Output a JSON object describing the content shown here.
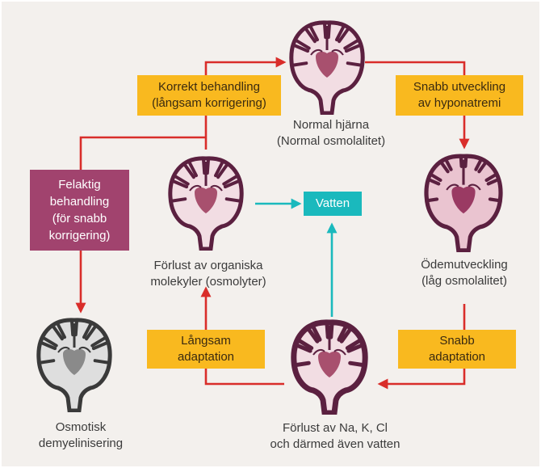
{
  "colors": {
    "background": "#f3f0ed",
    "arrow_red": "#d92d2a",
    "arrow_teal": "#1ab9bd",
    "box_yellow": "#f9b91f",
    "box_magenta": "#a1436e",
    "box_teal": "#1ab9bd",
    "brain_normal": "#f2dde3",
    "brain_swollen": "#eac4d0",
    "brain_demyelinated": "#dedede"
  },
  "nodes": {
    "normal": [
      "Normal hjärna",
      "(Normal osmolalitet)"
    ],
    "edema": [
      "Ödemutveckling",
      "(låg osmolalitet)"
    ],
    "loss_ions": [
      "Förlust av Na, K, Cl",
      "och därmed även vatten"
    ],
    "loss_organic": [
      "Förlust av organiska",
      "molekyler (osmolyter)"
    ],
    "demyelination": [
      "Osmotisk",
      "demyelinisering"
    ]
  },
  "boxes": {
    "correct_treatment": [
      "Korrekt behandling",
      "(långsam korrigering)"
    ],
    "rapid_hyponatremia": [
      "Snabb utveckling",
      "av hyponatremi"
    ],
    "rapid_adaptation": [
      "Snabb",
      "adaptation"
    ],
    "slow_adaptation": [
      "Långsam",
      "adaptation"
    ],
    "wrong_treatment": [
      "Felaktig",
      "behandling",
      "(för snabb",
      "korrigering)"
    ],
    "water": "Vatten"
  },
  "icons": [
    "brain-normal-icon",
    "brain-swollen-icon",
    "brain-shrunk-icon",
    "brain-demyelinated-icon"
  ]
}
